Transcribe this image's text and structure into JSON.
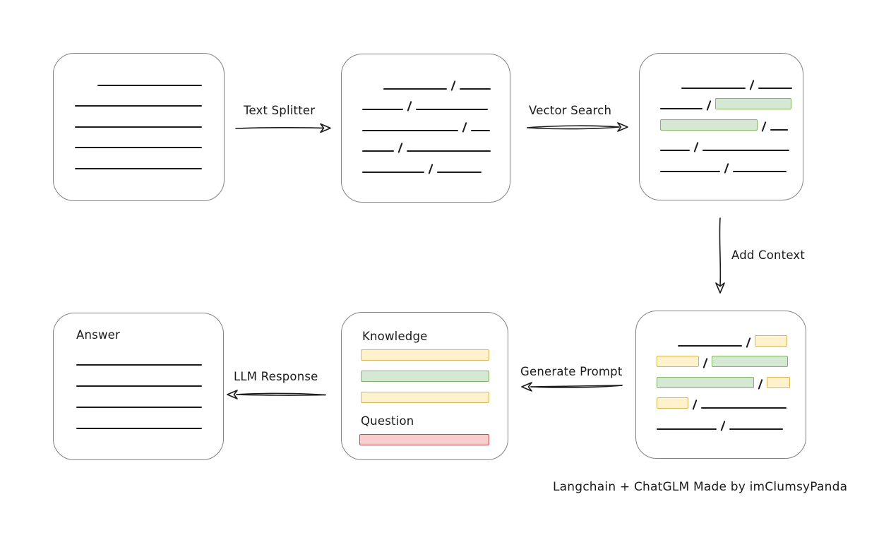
{
  "caption": "Langchain + ChatGLM Made by imClumsyPanda",
  "palette": {
    "ink": "#1b1b1b",
    "box_border": "#828282",
    "green_fill": "#d5e8d4",
    "green_border": "#82b366",
    "yellow_fill": "#fff2cc",
    "yellow_border": "#d6b656",
    "red_fill": "#f8cecc",
    "red_border": "#b85450"
  },
  "arrows": {
    "text_splitter": {
      "label": "Text Splitter",
      "direction": "right"
    },
    "vector_search": {
      "label": "Vector Search",
      "direction": "right"
    },
    "add_context": {
      "label": "Add Context",
      "direction": "down"
    },
    "generate_prompt": {
      "label": "Generate Prompt",
      "direction": "left"
    },
    "llm_response": {
      "label": "LLM Response",
      "direction": "left"
    }
  },
  "boxes": {
    "document": {
      "description": "source document with plain text lines",
      "rows": [
        {
          "indent": 32,
          "segs": [
            {
              "t": "line",
              "w": 148
            }
          ]
        },
        {
          "segs": [
            {
              "t": "line",
              "w": 180
            }
          ]
        },
        {
          "segs": [
            {
              "t": "line",
              "w": 180
            }
          ]
        },
        {
          "segs": [
            {
              "t": "line",
              "w": 180
            }
          ]
        },
        {
          "segs": [
            {
              "t": "line",
              "w": 180
            }
          ]
        }
      ]
    },
    "chunks": {
      "description": "document split into chunks separated by slashes",
      "rows": [
        {
          "indent": 30,
          "segs": [
            {
              "t": "line",
              "w": 90
            },
            {
              "t": "slash"
            },
            {
              "t": "line",
              "w": 44
            }
          ]
        },
        {
          "segs": [
            {
              "t": "line",
              "w": 58
            },
            {
              "t": "slash"
            },
            {
              "t": "line",
              "w": 102
            }
          ]
        },
        {
          "segs": [
            {
              "t": "line",
              "w": 136
            },
            {
              "t": "slash"
            },
            {
              "t": "line",
              "w": 27
            }
          ]
        },
        {
          "segs": [
            {
              "t": "line",
              "w": 45
            },
            {
              "t": "slash"
            },
            {
              "t": "line",
              "w": 119
            }
          ]
        },
        {
          "segs": [
            {
              "t": "line",
              "w": 88
            },
            {
              "t": "slash"
            },
            {
              "t": "line",
              "w": 63
            }
          ]
        }
      ]
    },
    "chunks_matched": {
      "description": "chunks with vector-search matches highlighted green",
      "rows": [
        {
          "indent": 30,
          "segs": [
            {
              "t": "line",
              "w": 91
            },
            {
              "t": "slash"
            },
            {
              "t": "line",
              "w": 48
            }
          ]
        },
        {
          "segs": [
            {
              "t": "line",
              "w": 60
            },
            {
              "t": "slash"
            },
            {
              "t": "green",
              "w": 108
            }
          ]
        },
        {
          "segs": [
            {
              "t": "green",
              "w": 138
            },
            {
              "t": "slash"
            },
            {
              "t": "line",
              "w": 25
            }
          ]
        },
        {
          "segs": [
            {
              "t": "line",
              "w": 42
            },
            {
              "t": "slash"
            },
            {
              "t": "line",
              "w": 123
            }
          ]
        },
        {
          "segs": [
            {
              "t": "line",
              "w": 85
            },
            {
              "t": "slash"
            },
            {
              "t": "line",
              "w": 76
            }
          ]
        }
      ]
    },
    "chunks_context": {
      "description": "matched chunks plus added context highlighted yellow",
      "rows": [
        {
          "indent": 30,
          "segs": [
            {
              "t": "line",
              "w": 91
            },
            {
              "t": "slash"
            },
            {
              "t": "yellow",
              "w": 46
            }
          ]
        },
        {
          "segs": [
            {
              "t": "yellow",
              "w": 60
            },
            {
              "t": "slash"
            },
            {
              "t": "green",
              "w": 108
            }
          ]
        },
        {
          "segs": [
            {
              "t": "green",
              "w": 138
            },
            {
              "t": "slash"
            },
            {
              "t": "yellow",
              "w": 33
            }
          ]
        },
        {
          "segs": [
            {
              "t": "yellow",
              "w": 45
            },
            {
              "t": "slash"
            },
            {
              "t": "line",
              "w": 121
            }
          ]
        },
        {
          "segs": [
            {
              "t": "line",
              "w": 85
            },
            {
              "t": "slash"
            },
            {
              "t": "line",
              "w": 76
            }
          ]
        }
      ]
    },
    "prompt": {
      "knowledge_label": "Knowledge",
      "question_label": "Question",
      "knowledge_bars": [
        "yellow",
        "green",
        "yellow"
      ],
      "question_bars": [
        "red"
      ]
    },
    "answer": {
      "label": "Answer",
      "rows": [
        {
          "segs": [
            {
              "t": "line",
              "w": 178
            }
          ]
        },
        {
          "segs": [
            {
              "t": "line",
              "w": 178
            }
          ]
        },
        {
          "segs": [
            {
              "t": "line",
              "w": 178
            }
          ]
        },
        {
          "segs": [
            {
              "t": "line",
              "w": 178
            }
          ]
        }
      ]
    }
  }
}
